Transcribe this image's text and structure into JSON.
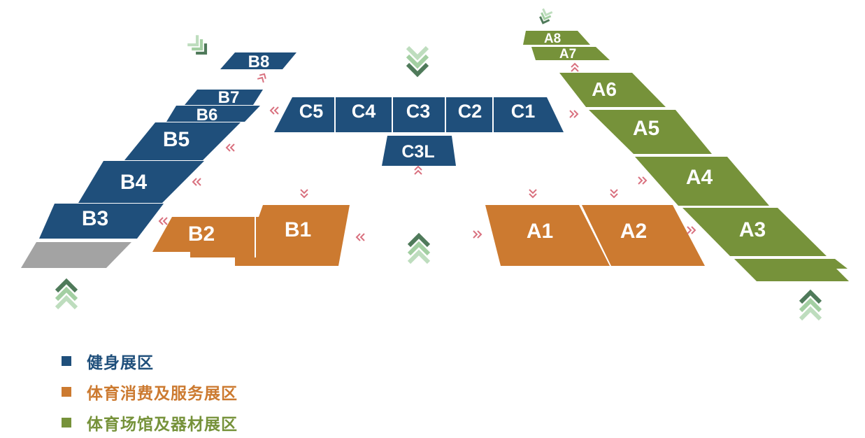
{
  "colors": {
    "fitness": "#1f4f7b",
    "consumption": "#cc7a30",
    "venue": "#76923a",
    "inactive": "#a3a3a3",
    "arrow_pink": "#d9717f",
    "chevron_dark": "#4f7a5a",
    "chevron_light": "#a3cfa2"
  },
  "halls": {
    "B8": "B8",
    "B7": "B7",
    "B6": "B6",
    "B5": "B5",
    "B4": "B4",
    "B3": "B3",
    "B2": "B2",
    "B1": "B1",
    "C5": "C5",
    "C4": "C4",
    "C3": "C3",
    "C2": "C2",
    "C1": "C1",
    "C3L": "C3L",
    "A1": "A1",
    "A2": "A2",
    "A3": "A3",
    "A4": "A4",
    "A5": "A5",
    "A6": "A6",
    "A7": "A7",
    "A8": "A8"
  },
  "legend": [
    {
      "label": "健身展区",
      "color": "#1f4f7b"
    },
    {
      "label": "体育消费及服务展区",
      "color": "#cc7a30"
    },
    {
      "label": "体育场馆及器材展区",
      "color": "#76923a"
    }
  ],
  "icons": {
    "entrance": "chevron-up-icon",
    "down": "chevron-down-icon",
    "flow": "double-arrow-icon"
  }
}
